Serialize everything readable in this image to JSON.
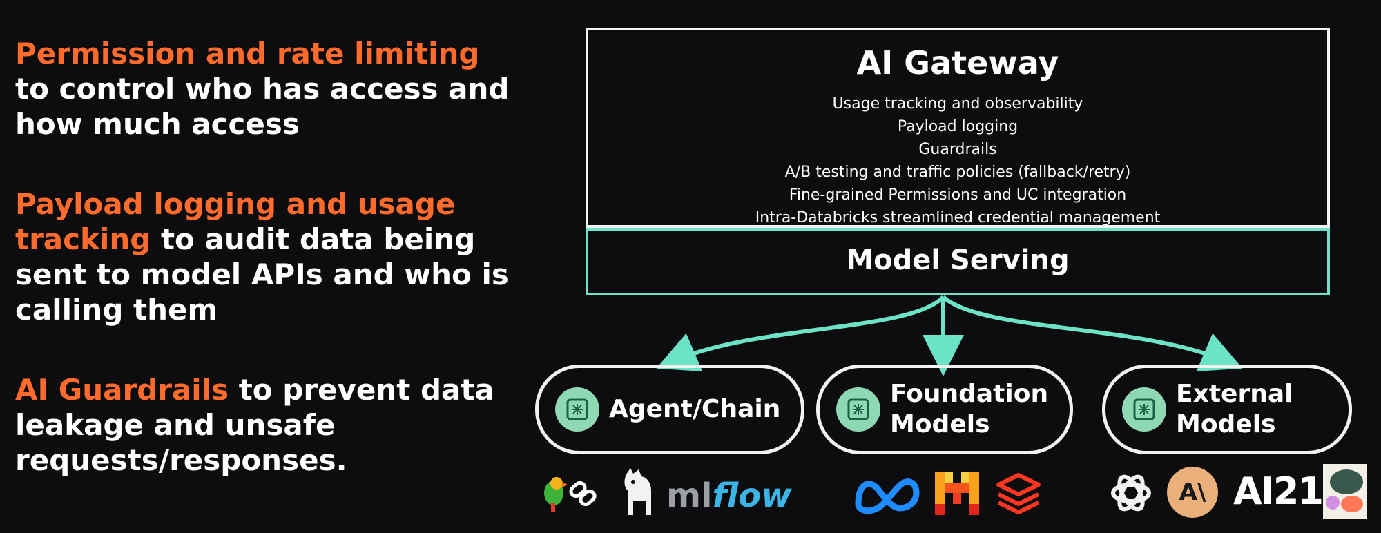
{
  "left": {
    "bullets": [
      {
        "highlight": "Permission and rate limiting",
        "rest": " to control who has access and how much access"
      },
      {
        "highlight": "Payload logging and usage tracking",
        "rest": " to audit data being sent to model APIs and who is calling them"
      },
      {
        "highlight": "AI Guardrails",
        "rest": " to prevent data leakage and unsafe requests/responses."
      }
    ]
  },
  "gateway": {
    "title": "AI Gateway",
    "features": [
      "Usage tracking and observability",
      "Payload logging",
      "Guardrails",
      "A/B testing and traffic policies (fallback/retry)",
      "Fine-grained Permissions and UC integration",
      "Intra-Databricks streamlined credential management"
    ]
  },
  "serving": {
    "title": "Model Serving"
  },
  "targets": [
    {
      "label": "Agent/Chain",
      "icon": "brain-chip-icon"
    },
    {
      "label": "Foundation Models",
      "icon": "brain-chip-icon"
    },
    {
      "label": "External Models",
      "icon": "brain-chip-icon"
    }
  ],
  "logos": {
    "agent": {
      "mlflow_prefix": "ml",
      "mlflow_suffix": "flow"
    },
    "external": {
      "ai21": "AI21",
      "anthropic": "A\\"
    }
  },
  "colors": {
    "highlight": "#ff6b2c",
    "accent": "#6ce3c6",
    "background": "#0d0c0f",
    "text": "#ffffff"
  }
}
